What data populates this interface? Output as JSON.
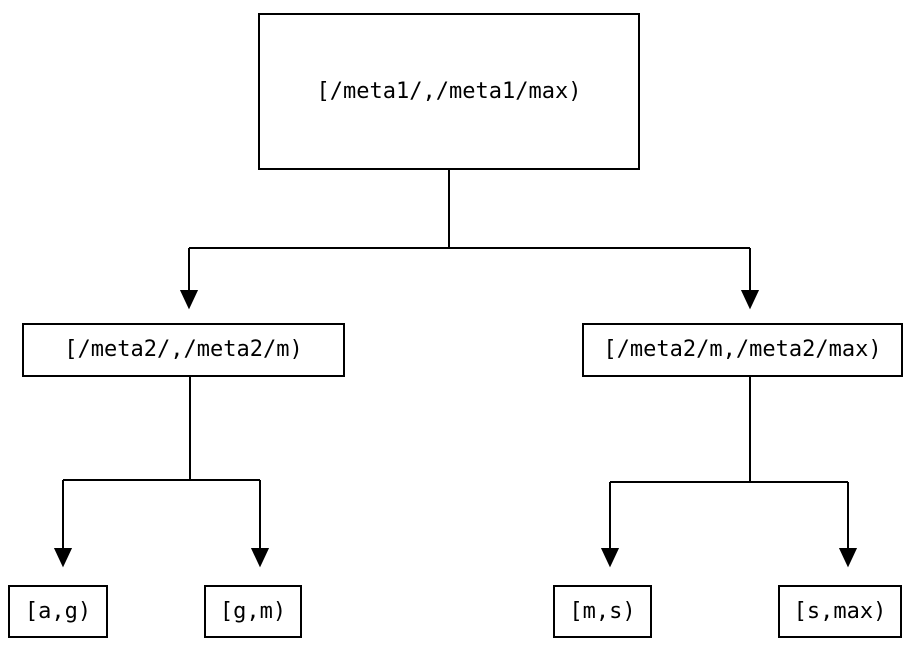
{
  "diagram": {
    "type": "tree",
    "description": "Interval partition tree with metadata ranges split into key ranges",
    "nodes": {
      "root": {
        "label": "[/meta1/,/meta1/max)"
      },
      "mid_left": {
        "label": "[/meta2/,/meta2/m)"
      },
      "mid_right": {
        "label": "[/meta2/m,/meta2/max)"
      },
      "leaf_ag": {
        "label": "[a,g)"
      },
      "leaf_gm": {
        "label": "[g,m)"
      },
      "leaf_ms": {
        "label": "[m,s)"
      },
      "leaf_smax": {
        "label": "[s,max)"
      }
    },
    "edges": [
      {
        "from": "root",
        "to": "mid_left"
      },
      {
        "from": "root",
        "to": "mid_right"
      },
      {
        "from": "mid_left",
        "to": "leaf_ag"
      },
      {
        "from": "mid_left",
        "to": "leaf_gm"
      },
      {
        "from": "mid_right",
        "to": "leaf_ms"
      },
      {
        "from": "mid_right",
        "to": "leaf_smax"
      }
    ],
    "colors": {
      "line": "#000000",
      "box_border": "#000000",
      "background": "#ffffff",
      "text": "#000000"
    }
  }
}
